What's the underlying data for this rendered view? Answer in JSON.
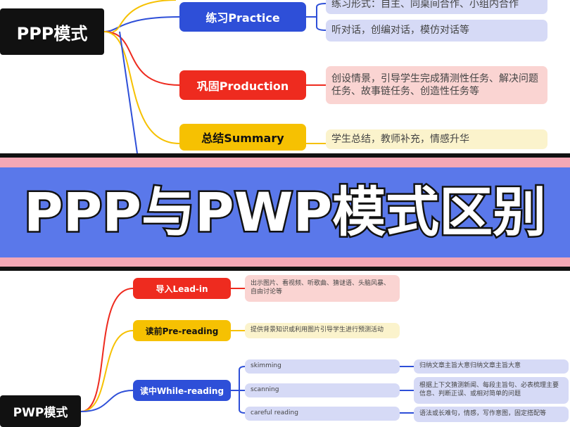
{
  "ppp": {
    "root": "PPP模式",
    "stages": [
      {
        "label": "练习Practice",
        "details": [
          "练习形式：自主、同桌间合作、小组内合作",
          "听对话，创编对话，模仿对话等"
        ]
      },
      {
        "label": "巩固Production",
        "details": [
          "创设情景，引导学生完成猜测性任务、解决问题任务、故事链任务、创造性任务等"
        ]
      },
      {
        "label": "总结Summary",
        "details": [
          "学生总结，教师补充，情感升华"
        ]
      }
    ]
  },
  "banner": {
    "title": "PPP与PWP模式区别"
  },
  "pwp": {
    "root": "PWP模式",
    "stages": [
      {
        "label": "导入Lead-in",
        "detail": "出示图片、看视频、听歌曲、猜谜语、头脑风暴、自由讨论等"
      },
      {
        "label": "读前Pre-reading",
        "detail": "提供背景知识或利用图片引导学生进行预测活动"
      },
      {
        "label": "读中While-reading",
        "subs": [
          {
            "label": "skimming",
            "detail": "归纳文章主旨大意归纳文章主旨大意"
          },
          {
            "label": "scanning",
            "detail": "根据上下文猜测新闻、每段主旨句、必表梳理主要信息、判断正误、或相对简单的问题"
          },
          {
            "label": "careful reading",
            "detail": "语法或长难句，情感，写作意图，固定搭配等"
          }
        ]
      }
    ]
  },
  "colors": {
    "blue": "#2e4fd8",
    "red": "#ee2b1f",
    "yellow": "#f6c102"
  }
}
